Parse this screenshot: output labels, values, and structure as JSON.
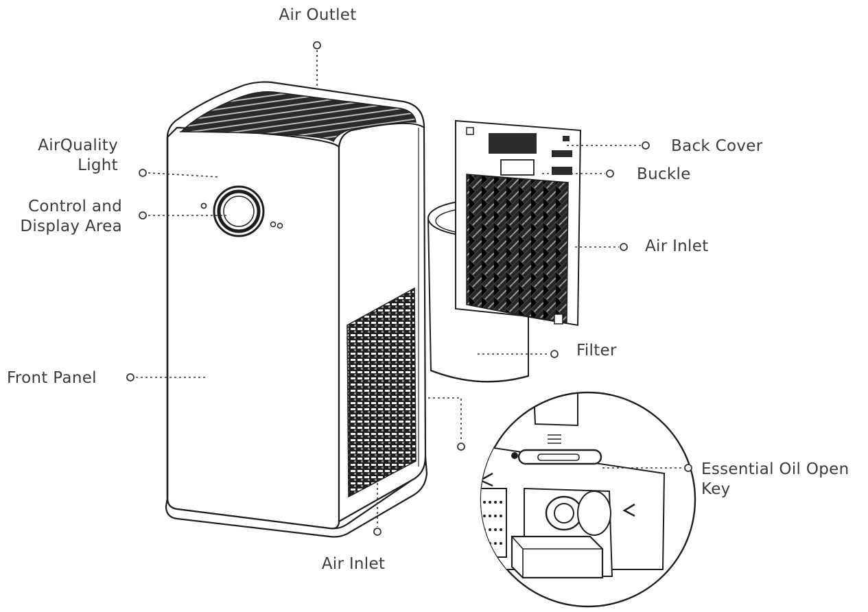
{
  "labels": {
    "air_outlet": "Air Outlet",
    "air_quality_light_line1": "AirQuality",
    "air_quality_light_line2": "Light",
    "control_display_line1": "Control and",
    "control_display_line2": "Display Area",
    "front_panel": "Front Panel",
    "back_cover": "Back Cover",
    "buckle": "Buckle",
    "air_inlet_rear": "Air Inlet",
    "filter": "Filter",
    "essential_oil_line1": "Essential Oil Open",
    "essential_oil_line2": "Key",
    "air_inlet_side": "Air Inlet"
  },
  "colors": {
    "line": "#1e1e1e",
    "text": "#3a3a3a",
    "mesh": "#222222"
  }
}
